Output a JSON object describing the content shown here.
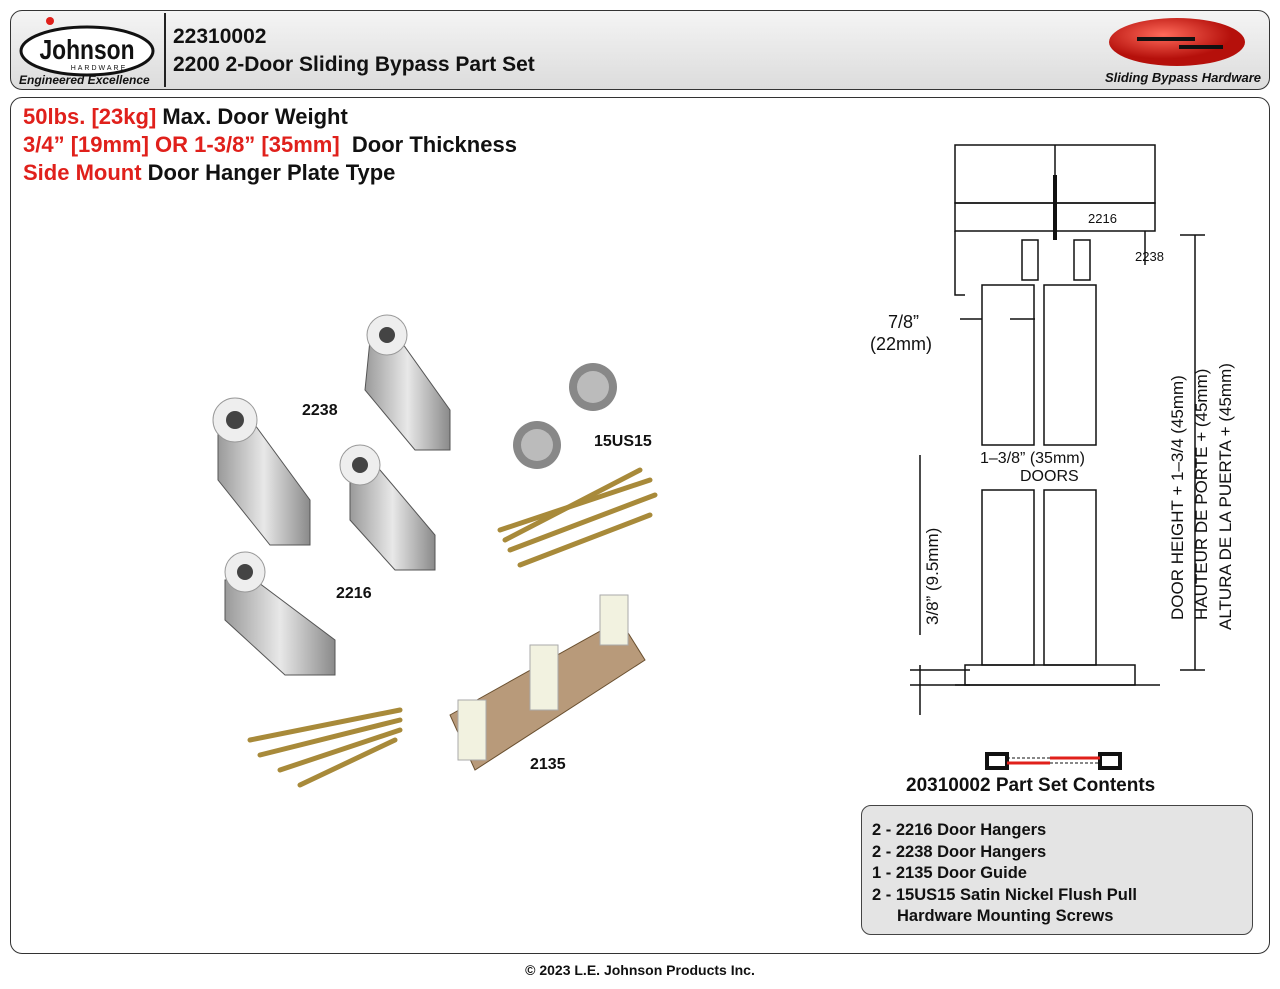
{
  "header": {
    "brand": "Johnson",
    "brand_sub": "HARDWARE",
    "tagline": "Engineered Excellence",
    "sku": "22310002",
    "title": "2200 2-Door Sliding Bypass Part Set",
    "category": "Sliding Bypass Hardware"
  },
  "specs": [
    {
      "highlight": "50lbs. [23kg]",
      "text": " Max. Door Weight"
    },
    {
      "highlight": "3/4” [19mm] OR 1-3/8” [35mm]",
      "text": "  Door Thickness"
    },
    {
      "highlight": "Side Mount",
      "text": " Door Hanger Plate Type"
    }
  ],
  "parts_photo": {
    "labels": {
      "hanger_2238": "2238",
      "pull": "15US15",
      "hanger_2216": "2216",
      "guide": "2135"
    }
  },
  "diagram": {
    "label_2216": "2216",
    "label_2238": "2238",
    "gap_in": "7/8”",
    "gap_mm": "(22mm)",
    "doors_size": "1–3/8”  (35mm)",
    "doors": "DOORS",
    "floor_gap": "3/8”  (9.5mm)",
    "height_en": "DOOR HEIGHT + 1–3/4  (45mm)",
    "height_fr": "HAUTEUR DE PORTE + (45mm)",
    "height_es": "ALTURA DE LA PUERTA + (45mm)"
  },
  "contents": {
    "title": "20310002 Part Set Contents",
    "items": [
      "2 - 2216 Door Hangers",
      "2 - 2238 Door Hangers",
      "1 - 2135 Door Guide",
      "2 - 15US15 Satin Nickel Flush Pull",
      "Hardware Mounting Screws"
    ]
  },
  "colors": {
    "accent": "#e0201b",
    "panel": "#e4e4e4"
  },
  "footer": "© 2023 L.E. Johnson Products Inc."
}
